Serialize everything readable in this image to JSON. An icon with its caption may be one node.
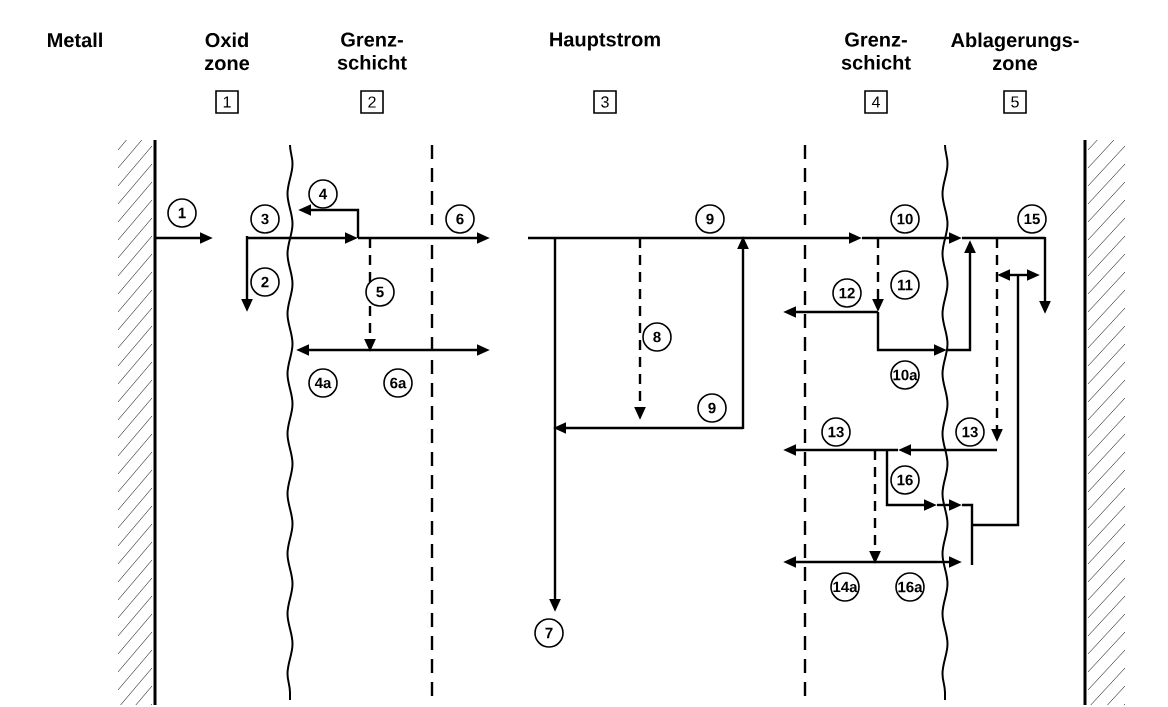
{
  "diagram": {
    "nodes": [
      {
        "text": [
          "1"
        ],
        "beside": [
          "Oxid zone"
        ]
      },
      {
        "text": [
          "2"
        ],
        "beside": [
          "Grenz- schicht"
        ]
      },
      {
        "text": [
          "3"
        ],
        "beside": [
          "Hauptstrom"
        ]
      },
      {
        "text": [
          "4"
        ],
        "beside": [
          "Grenz- schicht"
        ]
      },
      {
        "text": [
          "5"
        ],
        "beside": [
          "Ablagerungs- zone"
        ]
      },
      {
        "text": [
          "4"
        ]
      },
      {
        "text": [
          "1"
        ]
      },
      {
        "text": [
          "3"
        ]
      },
      {
        "text": [
          "6"
        ]
      },
      {
        "text": [
          "9"
        ]
      },
      {
        "text": [
          "10"
        ]
      },
      {
        "text": [
          "15"
        ]
      },
      {
        "text": [
          "2"
        ]
      },
      {
        "text": [
          "11"
        ]
      },
      {
        "text": [
          "5"
        ]
      },
      {
        "text": [
          "12"
        ]
      },
      {
        "text": [
          "8"
        ]
      },
      {
        "text": [
          "10a"
        ]
      },
      {
        "text": [
          "4a"
        ]
      },
      {
        "text": [
          "6a"
        ]
      },
      {
        "text": [
          "9"
        ]
      },
      {
        "text": [
          "13"
        ]
      },
      {
        "text": [
          "13"
        ]
      },
      {
        "text": [
          "16"
        ]
      },
      {
        "text": [
          "14a"
        ]
      },
      {
        "text": [
          "16a"
        ]
      },
      {
        "text": [
          "7"
        ]
      }
    ],
    "labels": [
      "Metall"
    ]
  }
}
